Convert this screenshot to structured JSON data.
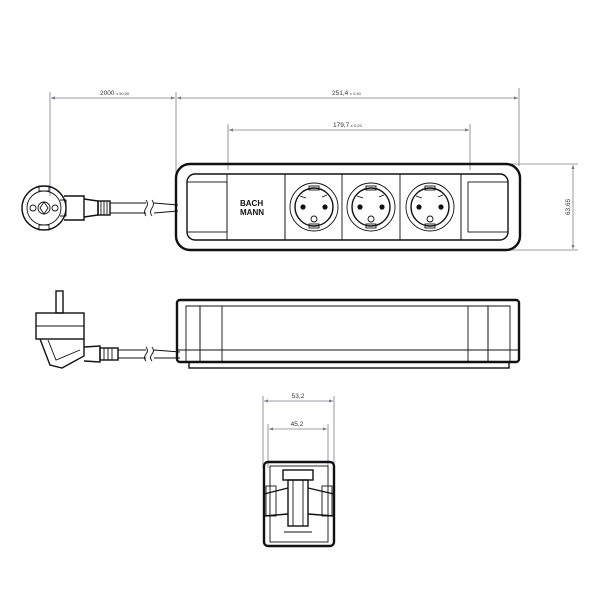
{
  "dimensions": {
    "cable_length": {
      "value": "2000",
      "tolerance": "± 50,00"
    },
    "total_length": {
      "value": "251,4",
      "tolerance": "± 0,40"
    },
    "socket_span": {
      "value": "179,7",
      "tolerance": "± 0,20"
    },
    "height": {
      "value": "63,65"
    },
    "depth_outer": {
      "value": "53,2"
    },
    "depth_inner": {
      "value": "45,2"
    }
  },
  "brand": {
    "line1": "BACH",
    "line2": "MANN"
  },
  "colors": {
    "ink": "#111111",
    "dimension": "#7b7b8e",
    "text": "#333333"
  }
}
